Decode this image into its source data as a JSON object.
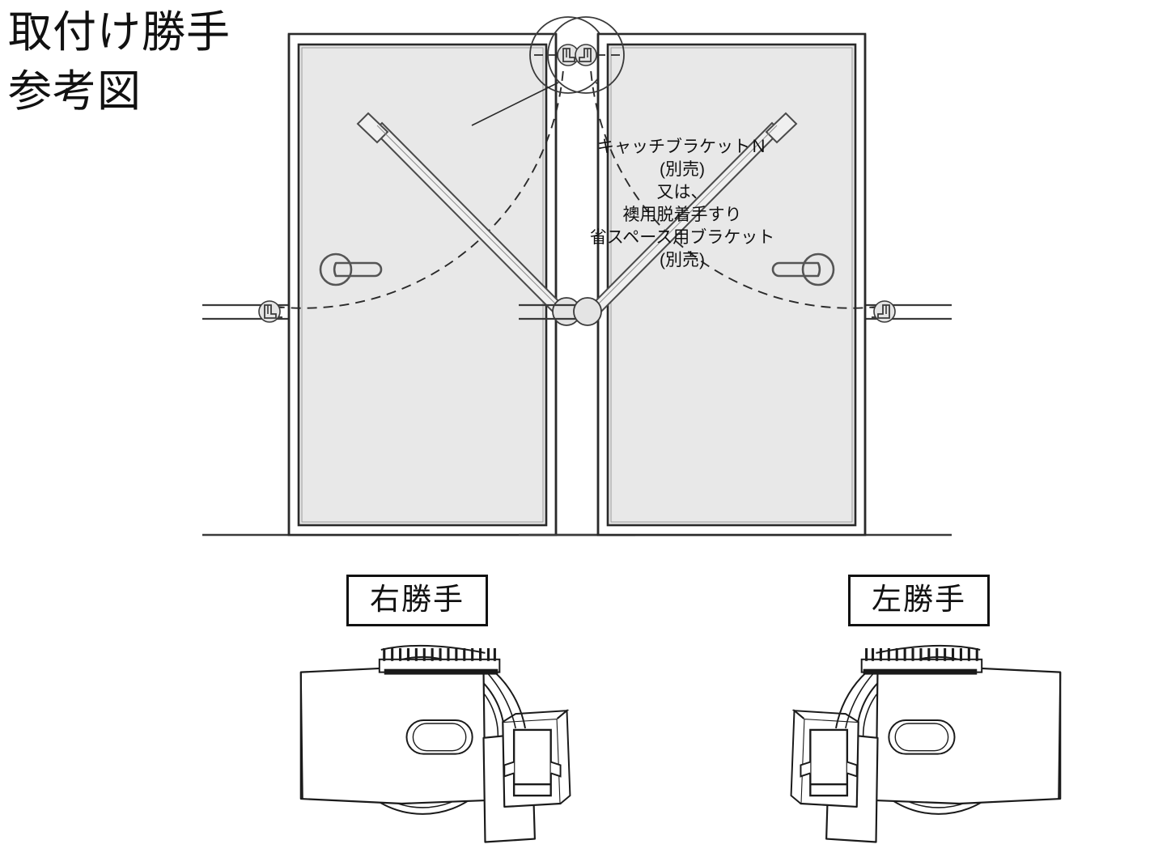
{
  "title": {
    "line1": "取付け勝手",
    "line2": "参考図"
  },
  "callout": {
    "line1": "キャッチブラケットＮ",
    "line2": "(別売)",
    "line3": "又は、",
    "line4": "襖用脱着手すり",
    "line5": "省スペース用ブラケット",
    "line6": "(別売)"
  },
  "labels": {
    "right_hand": "右勝手",
    "left_hand": "左勝手"
  },
  "colors": {
    "line": "#3a3a3a",
    "line_dark": "#111111",
    "panel_fill": "#e8e8e8",
    "hardware_fill": "#e0e0e0",
    "background": "#ffffff"
  },
  "diagram": {
    "type": "door-swing-plan",
    "views": [
      {
        "name": "right-hand-door-plan",
        "hinge_side": "right",
        "catch_bracket_positions": [
          "top-right-frame",
          "left-wall"
        ],
        "door_state": "open",
        "stay_arm": "diagonal",
        "handle": "lever-handle"
      },
      {
        "name": "left-hand-door-plan",
        "hinge_side": "left",
        "catch_bracket_positions": [
          "top-left-frame",
          "right-wall"
        ],
        "door_state": "open",
        "stay_arm": "diagonal",
        "handle": "lever-handle"
      }
    ],
    "product_illustrations": [
      {
        "name": "stay-device-right-hand",
        "orientation": "bracket-right"
      },
      {
        "name": "stay-device-left-hand",
        "orientation": "bracket-left"
      }
    ]
  }
}
